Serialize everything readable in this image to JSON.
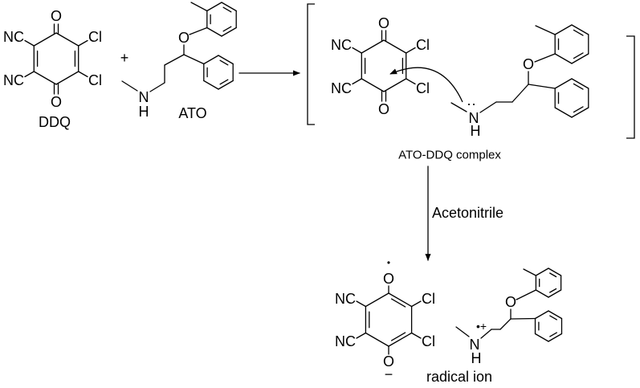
{
  "reactants": {
    "ddq": {
      "name": "DDQ",
      "atoms": {
        "o_top": "O",
        "o_bottom": "O",
        "nc_top": "NC",
        "nc_bottom": "NC",
        "cl_top": "Cl",
        "cl_bottom": "Cl"
      }
    },
    "plus": "+",
    "ato": {
      "name": "ATO",
      "atoms": {
        "n": "N",
        "h": "H",
        "o": "O"
      }
    }
  },
  "complex": {
    "label": "ATO-DDQ complex",
    "ddq_atoms": {
      "o_top": "O",
      "o_bottom": "O",
      "nc_top": "NC",
      "nc_bottom": "NC",
      "cl_top": "Cl",
      "cl_bottom": "Cl"
    },
    "ato_atoms": {
      "n": "N",
      "h": "H",
      "o": "O",
      "lone_pair": "··"
    }
  },
  "condition": "Acetonitrile",
  "product": {
    "label": "radical ion",
    "ddq_atoms": {
      "o_top": "O",
      "o_bottom": "O",
      "nc_top": "NC",
      "nc_bottom": "NC",
      "cl_top": "Cl",
      "cl_bottom": "Cl",
      "radical": "•",
      "charge": "−"
    },
    "ato_atoms": {
      "n": "N",
      "h": "H",
      "o": "O",
      "charge": "•+"
    }
  }
}
